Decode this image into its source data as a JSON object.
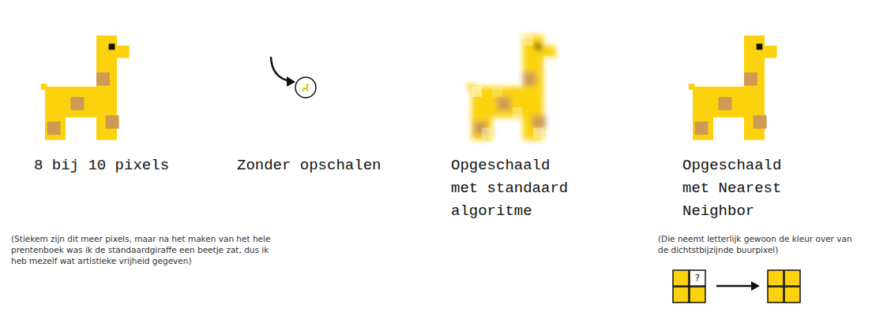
{
  "diagram": {
    "labels": [
      "8 bij 10 pixels",
      "Zonder opschalen",
      "Opgeschaald met standaard algoritme",
      "Opgeschaald met Nearest Neighbor",
      "(Stiekem zijn dit meer pixels, maar na het maken van het hele prentenboek was ik de standaardgiraffe een beetje zat, dus ik heb mezelf wat artistieke vrijheid gegeven)",
      "(Die neemt letterlijk gewoon de kleur over van de dichtstbijzijnde buurpixel)",
      "?"
    ]
  }
}
